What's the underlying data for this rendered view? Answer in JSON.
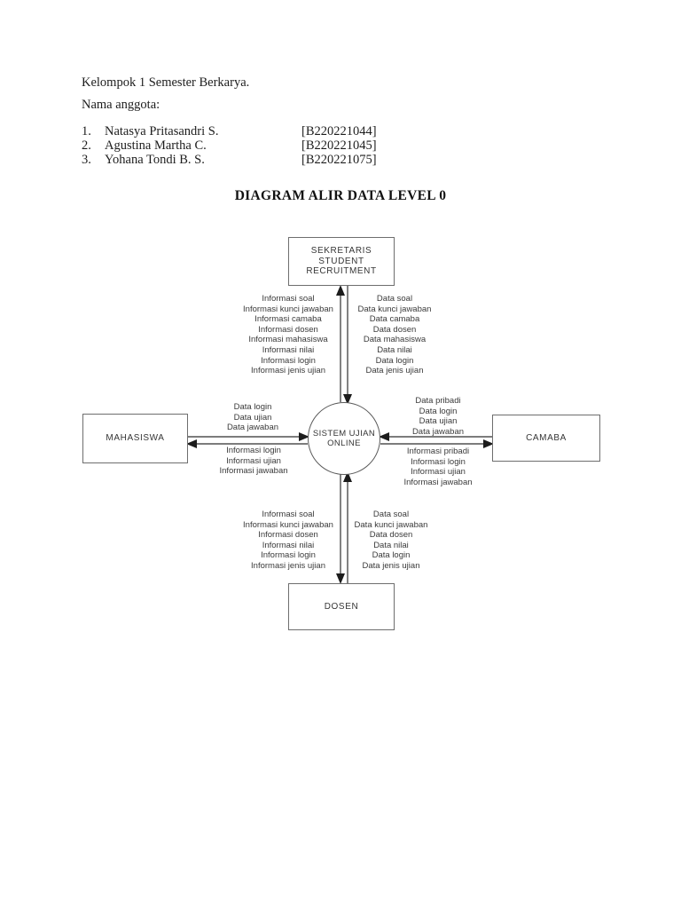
{
  "document": {
    "header_line": "Kelompok 1 Semester Berkarya.",
    "subheader": "Nama anggota:",
    "members": [
      {
        "num": "1.",
        "name": "Natasya Pritasandri S.",
        "id": "[B220221044]"
      },
      {
        "num": "2.",
        "name": "Agustina Martha C.",
        "id": "[B220221045]"
      },
      {
        "num": "3.",
        "name": "Yohana Tondi B. S.",
        "id": "[B220221075]"
      }
    ],
    "title": "DIAGRAM ALIR DATA LEVEL 0"
  },
  "diagram": {
    "entities": {
      "sekretaris": [
        "SEKRETARIS",
        "STUDENT",
        "RECRUITMENT"
      ],
      "mahasiswa": "MAHASISWA",
      "camaba": "CAMABA",
      "dosen": "DOSEN",
      "process": [
        "SISTEM UJIAN",
        "ONLINE"
      ]
    },
    "flows": {
      "top_out": [
        "Informasi soal",
        "Informasi kunci jawaban",
        "Informasi camaba",
        "Informasi dosen",
        "Informasi mahasiswa",
        "Informasi nilai",
        "Informasi login",
        "Informasi jenis ujian"
      ],
      "top_in": [
        "Data soal",
        "Data kunci jawaban",
        "Data camaba",
        "Data dosen",
        "Data mahasiswa",
        "Data nilai",
        "Data login",
        "Data jenis ujian"
      ],
      "left_in": [
        "Data login",
        "Data ujian",
        "Data jawaban"
      ],
      "left_out": [
        "Informasi login",
        "Informasi ujian",
        "Informasi jawaban"
      ],
      "right_in": [
        "Data pribadi",
        "Data login",
        "Data ujian",
        "Data jawaban"
      ],
      "right_out": [
        "Informasi pribadi",
        "Informasi login",
        "Informasi ujian",
        "Informasi jawaban"
      ],
      "bottom_out": [
        "Informasi soal",
        "Informasi kunci jawaban",
        "Informasi dosen",
        "Informasi nilai",
        "Informasi login",
        "Informasi jenis ujian"
      ],
      "bottom_in": [
        "Data soal",
        "Data kunci jawaban",
        "Data dosen",
        "Data nilai",
        "Data login",
        "Data jenis ujian"
      ]
    }
  }
}
